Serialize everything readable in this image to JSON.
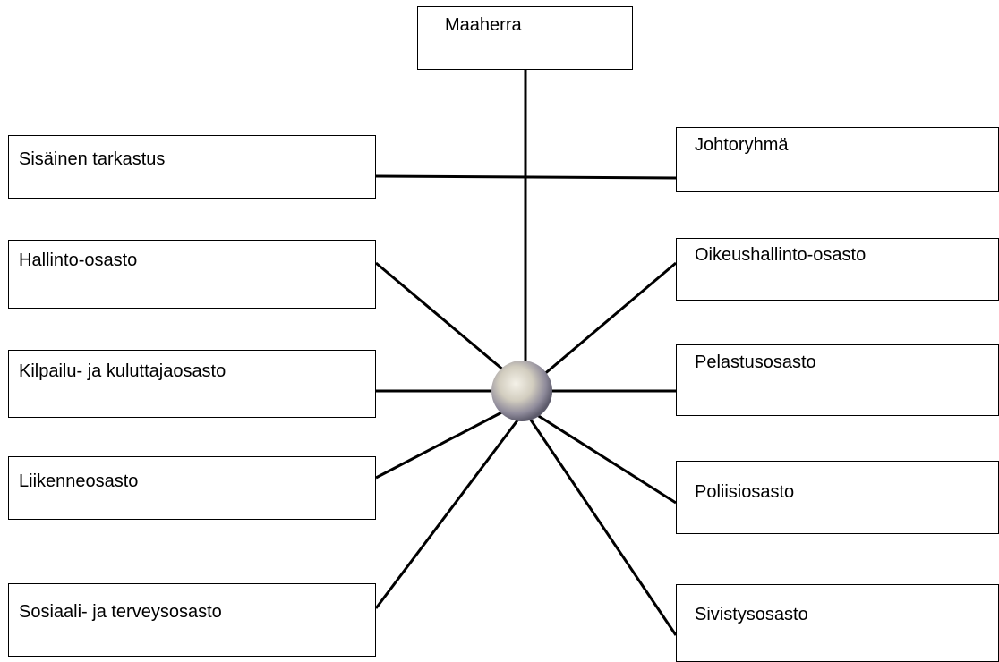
{
  "diagram": {
    "top": {
      "label": "Maaherra"
    },
    "left_boxes": [
      {
        "label": "Sisäinen tarkastus"
      },
      {
        "label": "Hallinto-osasto"
      },
      {
        "label": "Kilpailu- ja kuluttajaosasto"
      },
      {
        "label": "Liikenneosasto"
      },
      {
        "label": "Sosiaali- ja terveysosasto"
      }
    ],
    "right_boxes": [
      {
        "label": "Johtoryhmä"
      },
      {
        "label": "Oikeushallinto-osasto"
      },
      {
        "label": "Pelastusosasto"
      },
      {
        "label": "Poliisiosasto"
      },
      {
        "label": "Sivistysosasto"
      }
    ],
    "hub": {
      "icon": "sphere-hub-icon",
      "colors": [
        "#f0ede4",
        "#cfcabd",
        "#8a8698",
        "#5a5868"
      ]
    }
  }
}
